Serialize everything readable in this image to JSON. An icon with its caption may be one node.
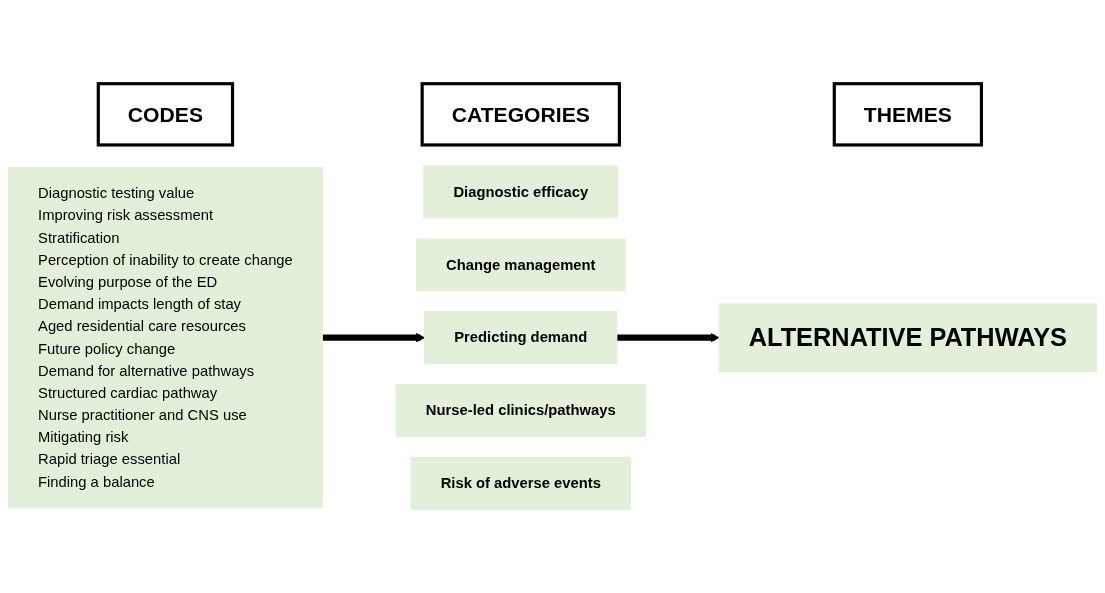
{
  "diagram": {
    "nodes": [
      {
        "text": [
          "CODES"
        ]
      },
      {
        "text": [
          "CATEGORIES"
        ]
      },
      {
        "text": [
          "THEMES"
        ]
      },
      {
        "text": [
          "Diagnostic testing value",
          "Improving risk assessment",
          "Stratification",
          "Perception of inability to create change",
          "Evolving purpose of the ED",
          "Demand impacts length of stay",
          "Aged residential care resources",
          "Future policy change",
          "Demand for alternative pathways",
          "Structured cardiac pathway",
          "Nurse practitioner and CNS use",
          "Mitigating risk",
          "Rapid triage essential",
          "Finding a balance"
        ]
      },
      {
        "text": [
          "Diagnostic efficacy"
        ]
      },
      {
        "text": [
          "Change management"
        ]
      },
      {
        "text": [
          "Predicting demand"
        ]
      },
      {
        "text": [
          "Nurse-led clinics/pathways"
        ]
      },
      {
        "text": [
          "Risk of adverse events"
        ]
      },
      {
        "text": [
          "ALTERNATIVE PATHWAYS"
        ]
      }
    ],
    "edges": [
      {
        "from": 3,
        "to": 6,
        "arrow": "to"
      },
      {
        "from": 6,
        "to": 9,
        "arrow": "to"
      }
    ]
  }
}
